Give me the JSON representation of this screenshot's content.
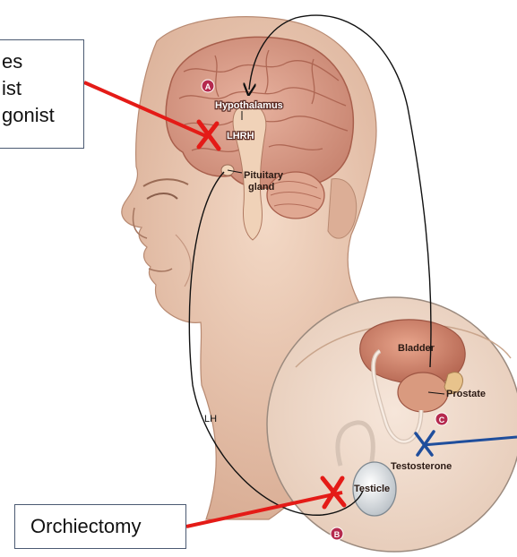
{
  "callouts": {
    "left_lines": [
      "es",
      "ist",
      "gonist"
    ],
    "orchiectomy": "Orchiectomy"
  },
  "labels": {
    "hypothalamus": "Hypothalamus",
    "lhrh": "LHRH",
    "pituitary_line1": "Pituitary",
    "pituitary_line2": "gland",
    "lh": "LH",
    "bladder": "Bladder",
    "prostate": "Prostate",
    "testosterone": "Testosterone",
    "testicle": "Testicle"
  },
  "markers": {
    "a": "A",
    "b": "B",
    "c": "C"
  },
  "colors": {
    "red_block": "#e41b17",
    "blue_block": "#1f4e9c",
    "skin": "#e8c5ad",
    "brain": "#d99a85",
    "marker": "#b5294e"
  }
}
